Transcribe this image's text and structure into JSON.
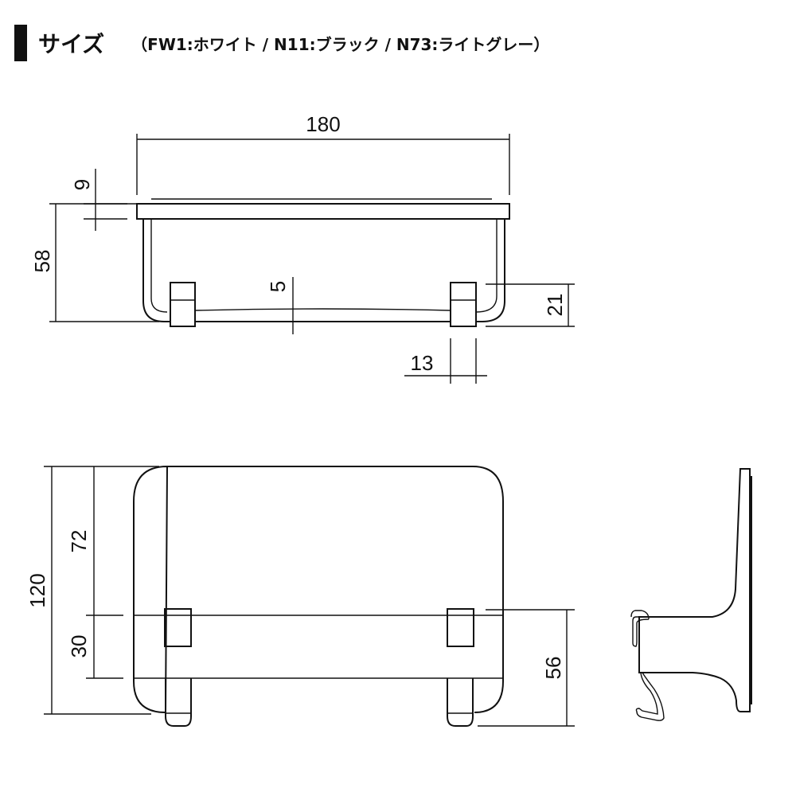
{
  "header": {
    "title": "サイズ",
    "subtitle": "（FW1:ホワイト / N11:ブラック / N73:ライトグレー）"
  },
  "dimensions": {
    "top_width": "180",
    "top_plate_thickness": "9",
    "top_height": "58",
    "top_bar_thickness": "5",
    "top_leg_height": "21",
    "top_leg_width": "13",
    "front_height": "120",
    "front_upper": "72",
    "front_middle": "30",
    "front_lower": "56"
  },
  "colors": {
    "line": "#111111",
    "accent_bar": "#111111"
  }
}
